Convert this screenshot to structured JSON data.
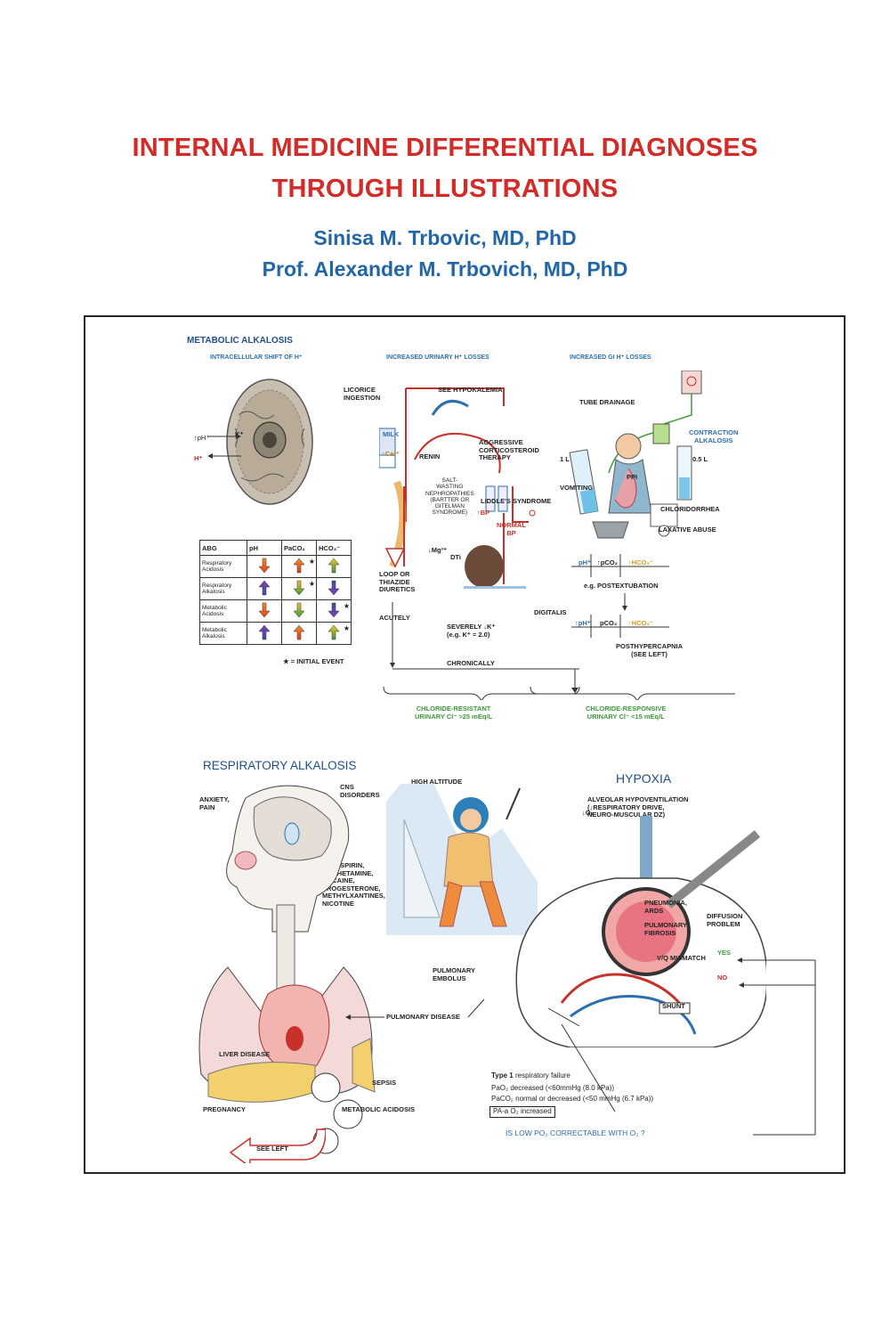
{
  "cover": {
    "title_line1": "INTERNAL MEDICINE DIFFERENTIAL DIAGNOSES",
    "title_line2": "THROUGH ILLUSTRATIONS",
    "author1": "Sinisa M. Trbovic, MD, PhD",
    "author2": "Prof. Alexander M. Trbovich, MD, PhD"
  },
  "colors": {
    "title": "#d32b27",
    "author": "#2166a6",
    "section": "#1f4e8c",
    "green": "#3d9b3a"
  },
  "metabolic": {
    "heading": "METABOLIC ALKALOSIS",
    "intracellular": "INTRACELLULAR SHIFT OF H⁺",
    "urinary": "INCREASED URINARY H⁺ LOSSES",
    "gi": "INCREASED GI H⁺ LOSSES",
    "ph_k": "↑pH⁺",
    "k_label": "K⁺",
    "h_label": "H⁺",
    "licorice": "LICORICE\nINGESTION",
    "see_hypokalemia": "SEE HYPOKALEMIA",
    "milk": "MILK",
    "ca": "↑Ca²⁺",
    "renin": "RENIN",
    "aggressive": "AGGRESSIVE\nCORTICOSTEROID\nTHERAPY",
    "salt_wasting": "SALT-\nWASTING\nNEPHROPATHIES\n(BARTTER OR\nGITELMAN\nSYNDROME)",
    "liddle": "LIDDLE'S SYNDROME",
    "up_bp": "↑BP",
    "normal_bp": "NORMAL\nBP",
    "mg": "↓Mg²⁺",
    "dti": "DTi",
    "loop": "LOOP OR\nTHIAZIDE\nDIURETICS",
    "digitalis": "DIGITALIS",
    "acutely": "ACUTELY",
    "severely": "SEVERELY ↓K⁺\n(e.g. K⁺ = 2.0)",
    "chronically": "CHRONICALLY",
    "tube_drainage": "TUBE DRAINAGE",
    "contraction": "CONTRACTION\nALKALOSIS",
    "one_l": "1 L",
    "half_l": "0.5 L",
    "vomiting": "VOMITING",
    "ppi": "PPI",
    "chloridorrhea": "CHLORIDORRHEA",
    "laxative": "LAXATIVE ABUSE",
    "row1": [
      "pH⁺",
      "↑pCO₂",
      "↑HCO₃⁻"
    ],
    "postextubation": "e.g. POSTEXTUBATION",
    "row2": [
      "↑pH⁺",
      "pCO₂",
      "↑HCO₃⁻"
    ],
    "posthypercapnia": "POSTHYPERCAPNIA\n(SEE LEFT)",
    "chloride_resistant": "CHLORIDE-RESISTANT\nURINARY Cl⁻ >25 mEq/L",
    "chloride_responsive": "CHLORIDE-RESPONSIVE\nURINARY Cl⁻ <15 mEq/L",
    "initial_event": "★ = INITIAL EVENT"
  },
  "abg": {
    "headers": [
      "ABG",
      "pH",
      "PaCO₂",
      "HCO₃⁻"
    ],
    "rows": [
      {
        "label": "Respiratory\nAcidosis",
        "ph": "down",
        "paco2": "up",
        "hco3": "up",
        "star": "paco2"
      },
      {
        "label": "Respiratory\nAlkalosis",
        "ph": "up",
        "paco2": "down",
        "hco3": "down",
        "star": "paco2"
      },
      {
        "label": "Metabolic\nAcidosis",
        "ph": "down",
        "paco2": "down",
        "hco3": "down",
        "star": "hco3"
      },
      {
        "label": "Metabolic\nAlkalosis",
        "ph": "up",
        "paco2": "up",
        "hco3": "up",
        "star": "hco3"
      }
    ]
  },
  "respiratory": {
    "heading": "RESPIRATORY ALKALOSIS",
    "anxiety": "ANXIETY,\nPAIN",
    "cns": "CNS\nDISORDERS",
    "drugs": "e.g. ASPIRIN,\nAMPHETAMINE,\nCOCAINE,\nPROGESTERONE,\nMETHYLXANTINES,\nNICOTINE",
    "liver": "LIVER DISEASE",
    "sepsis": "SEPSIS",
    "pregnancy": "PREGNANCY",
    "metabolic_acidosis": "METABOLIC ACIDOSIS",
    "see_left": "SEE LEFT",
    "pulmonary_disease": "PULMONARY DISEASE"
  },
  "hypoxia": {
    "heading": "HYPOXIA",
    "high_altitude": "HIGH ALTITUDE",
    "alveolar": "ALVEOLAR HYPOVENTILATION\n(↓RESPIRATORY DRIVE,\nNEURO-MUSCULAR DZ)",
    "o2": "↓O₂",
    "pneumonia": "PNEUMONIA,\nARDS",
    "fibrosis": "PULMONARY\nFIBROSIS",
    "diffusion": "DIFFUSION\nPROBLEM",
    "vq": "V/Q MISMATCH",
    "yes": "YES",
    "no": "NO",
    "embolus": "PULMONARY\nEMBOLUS",
    "shunt": "SHUNT",
    "type1_bold": "Type 1",
    "type1_rest": " respiratory failure",
    "pao2": "PaO₂    decreased (<60mmHg (8.0 kPa))",
    "paco2": "PaCO₂   normal or decreased (<50 mmHg (6.7 kPa))",
    "aa": "PA-a O₂   increased",
    "question": "IS LOW PO₂ CORRECTABLE WITH O₂ ?"
  }
}
